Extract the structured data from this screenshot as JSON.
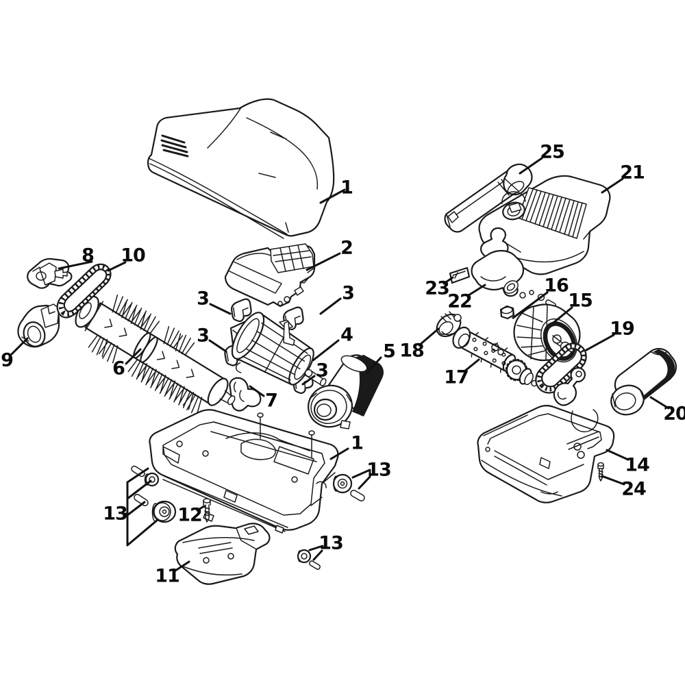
{
  "diagram": {
    "type": "exploded-parts-diagram",
    "background_color": "#ffffff",
    "line_color": "#1a1a1a",
    "label_color": "#0a0a0a",
    "callouts": [
      {
        "label": "1",
        "part": "hood-cover"
      },
      {
        "label": "2",
        "part": "motor-cover"
      },
      {
        "label": "3",
        "part": "clip-upper-left"
      },
      {
        "label": "3",
        "part": "clip-upper-right"
      },
      {
        "label": "3",
        "part": "clip-lower-left"
      },
      {
        "label": "3",
        "part": "clip-lower-right"
      },
      {
        "label": "4",
        "part": "motor"
      },
      {
        "label": "5",
        "part": "swivel-elbow"
      },
      {
        "label": "6",
        "part": "brush-roller"
      },
      {
        "label": "7",
        "part": "belt-guide"
      },
      {
        "label": "8",
        "part": "bearing-bracket"
      },
      {
        "label": "9",
        "part": "end-cap"
      },
      {
        "label": "10",
        "part": "drive-belt"
      },
      {
        "label": "1",
        "part": "base-housing-left"
      },
      {
        "label": "11",
        "part": "sole-plate"
      },
      {
        "label": "12",
        "part": "screw-left"
      },
      {
        "label": "13",
        "part": "wheel-set-left"
      },
      {
        "label": "13",
        "part": "wheel-rear"
      },
      {
        "label": "13",
        "part": "wheel-front"
      },
      {
        "label": "14",
        "part": "base-housing-right"
      },
      {
        "label": "15",
        "part": "turbine-wheel"
      },
      {
        "label": "16",
        "part": "nut"
      },
      {
        "label": "17",
        "part": "agitator-roller"
      },
      {
        "label": "18",
        "part": "bearing-grommet"
      },
      {
        "label": "19",
        "part": "turbine-belt"
      },
      {
        "label": "20",
        "part": "elbow-connector"
      },
      {
        "label": "21",
        "part": "turbo-hood"
      },
      {
        "label": "22",
        "part": "air-duct"
      },
      {
        "label": "23",
        "part": "cover-plate"
      },
      {
        "label": "24",
        "part": "screw-right"
      },
      {
        "label": "25",
        "part": "handle-adapter"
      }
    ]
  }
}
